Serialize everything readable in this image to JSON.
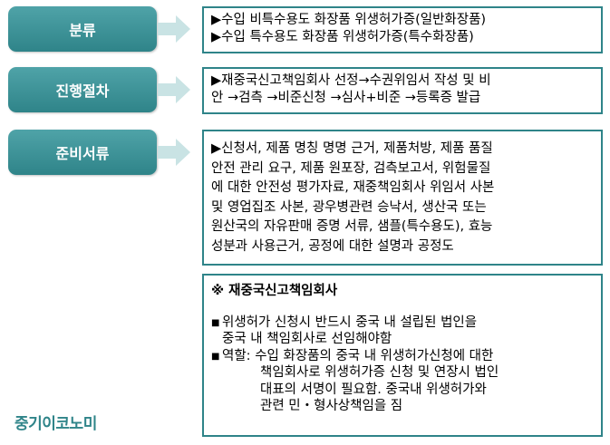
{
  "colors": {
    "accent": "#2f8489",
    "arrow": "#c9e3e4"
  },
  "rows": [
    {
      "label": "분류",
      "lines": [
        "▶수입 비특수용도 화장품 위생허가증(일반화장품)",
        "▶수입 특수용도 화장품 위생허가증(특수화장품)"
      ]
    },
    {
      "label": "진행절차",
      "lines": [
        "▶재중국신고책임회사 선정→수권위임서 작성 및 비",
        "안 →검측 →비준신청 →심사+비준 →등록증 발급"
      ]
    },
    {
      "label": "준비서류",
      "lines": [
        "▶신청서, 제품 명칭 명명 근거, 제품처방, 제품 품질",
        "안전 관리 요구, 제품 원포장, 검측보고서, 위험물질",
        "에 대한 안전성 평가자료, 재중책임회사 위임서 사본",
        "및 영업집조 사본, 광우병관련 승낙서, 생산국 또는",
        "원산국의 자유판매 증명 서류, 샘플(특수용도), 효능",
        "성분과 사용근거, 공정에 대한 설명과 공정도"
      ]
    }
  ],
  "note": {
    "title": "※ 재중국신고책임회사",
    "bullet1": [
      "위생허가 신청시 반드시 중국 내 설립된 법인을",
      "중국 내 책임회사로 선임해야함"
    ],
    "bullet2_key": "역할: ",
    "bullet2_first": "수입 화장품의 중국 내 위생허가신청에 대한",
    "bullet2_rest": [
      "책임회사로 위생허가증 신청 및 연장시 법인",
      "대표의 서명이 필요함. 중국내  위생허가와",
      "관련 민・형사상책임을 짐"
    ]
  },
  "logo": "중기이코노미"
}
